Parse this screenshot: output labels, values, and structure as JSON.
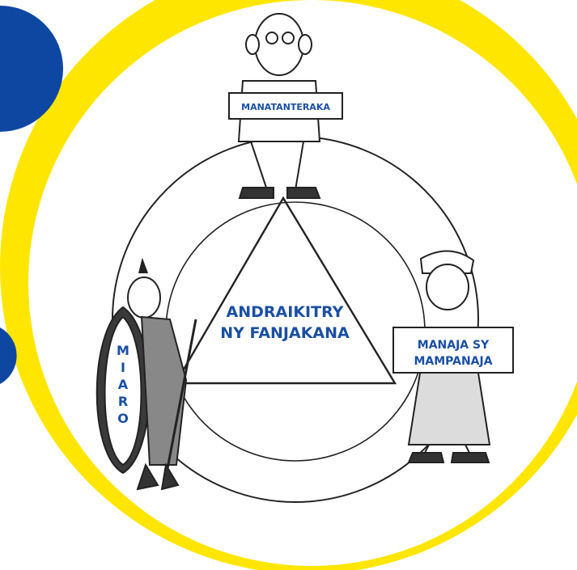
{
  "center_label": {
    "line1": "ANDRAIKITRY",
    "line2": "NY FANJAKANA"
  },
  "top_sign": "MANATANTERAKA",
  "right_sign": {
    "line1": "MANAJA SY",
    "line2": "MAMPANAJA"
  },
  "left_shield_letters": [
    "M",
    "I",
    "A",
    "R",
    "O"
  ],
  "colors": {
    "ring_yellow": "#FFE600",
    "blue_accent": "#0E47A1",
    "text_blue": "#1A4FA3",
    "ink": "#222222"
  }
}
